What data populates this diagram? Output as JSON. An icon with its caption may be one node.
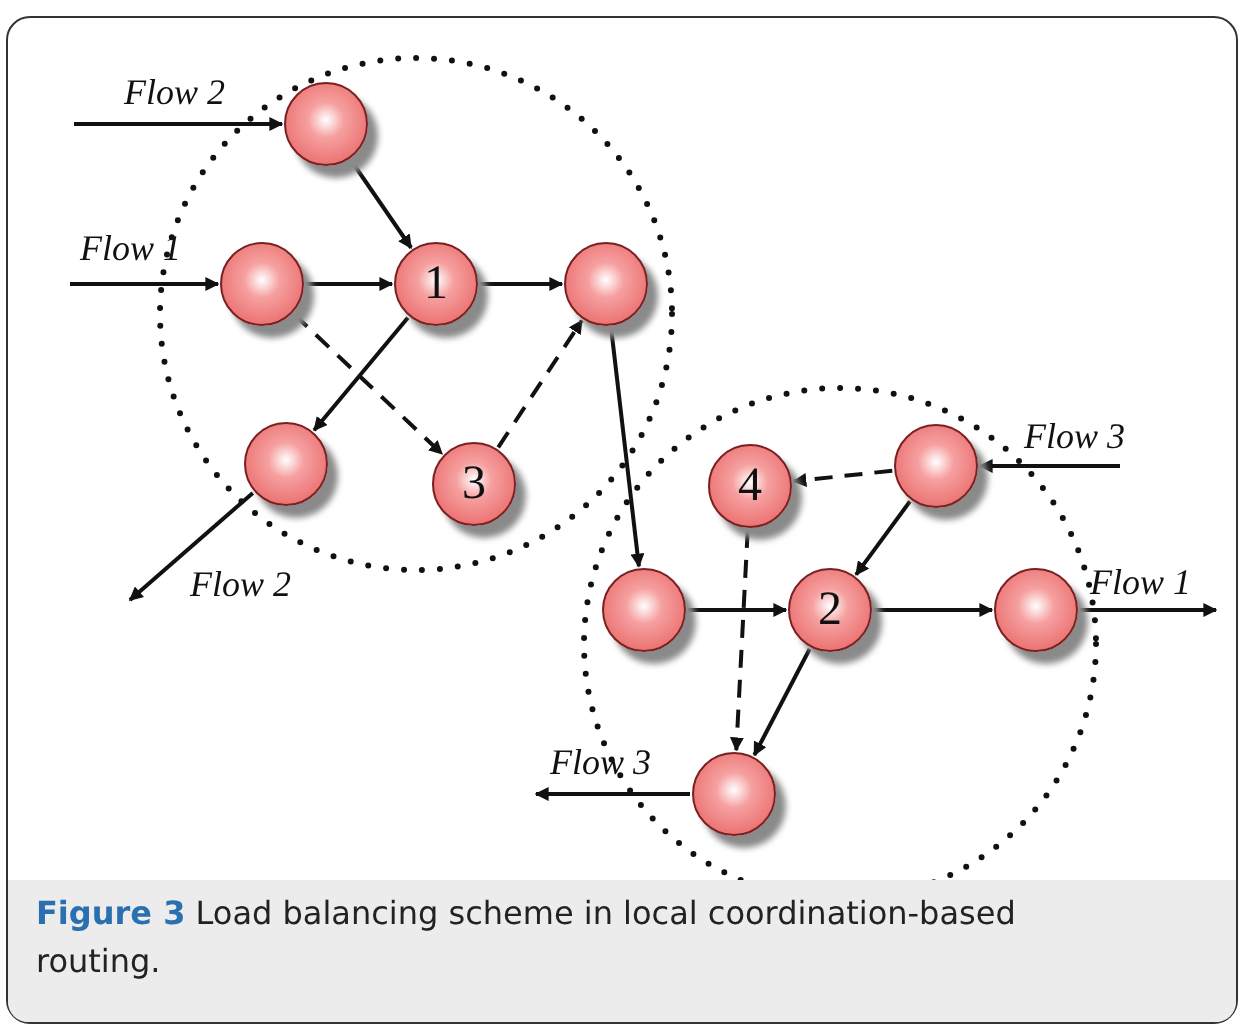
{
  "diagram": {
    "caption": "**Figure 3** Load balancing scheme in local coordination-based routing.",
    "nodes": [
      {
        "text": [],
        "shape": "circle"
      },
      {
        "text": [],
        "shape": "circle"
      },
      {
        "text": [
          "1"
        ]
      },
      {
        "text": [],
        "shape": "circle"
      },
      {
        "text": [],
        "shape": "circle"
      },
      {
        "text": [
          "3"
        ]
      },
      {
        "text": [
          "4"
        ]
      },
      {
        "text": [],
        "shape": "circle"
      },
      {
        "text": [],
        "shape": "circle"
      },
      {
        "text": [
          "2"
        ]
      },
      {
        "text": [],
        "shape": "circle"
      },
      {
        "text": [],
        "shape": "circle"
      }
    ],
    "edges": [
      {
        "from": null,
        "to": 0,
        "arrow": "to",
        "label": "Flow 2"
      },
      {
        "from": null,
        "to": 1,
        "arrow": "to",
        "label": "Flow 1"
      },
      {
        "from": 0,
        "to": 2,
        "arrow": "to"
      },
      {
        "from": 1,
        "to": 2,
        "arrow": "to"
      },
      {
        "from": 2,
        "to": 3,
        "arrow": "to"
      },
      {
        "from": 2,
        "to": 4,
        "arrow": "to"
      },
      {
        "from": 1,
        "to": 5,
        "arrow": "to",
        "style": "dashed"
      },
      {
        "from": 5,
        "to": 3,
        "arrow": "to",
        "style": "dashed"
      },
      {
        "from": 4,
        "to": null,
        "arrow": "to",
        "label": "Flow 2"
      },
      {
        "from": 3,
        "to": 8,
        "arrow": "to"
      },
      {
        "from": null,
        "to": 7,
        "arrow": "to",
        "label": "Flow 3"
      },
      {
        "from": 7,
        "to": 6,
        "arrow": "to",
        "style": "dashed"
      },
      {
        "from": 7,
        "to": 9,
        "arrow": "to"
      },
      {
        "from": 8,
        "to": 9,
        "arrow": "to"
      },
      {
        "from": 9,
        "to": 10,
        "arrow": "to"
      },
      {
        "from": 10,
        "to": null,
        "arrow": "to",
        "label": "Flow 1"
      },
      {
        "from": 9,
        "to": 11,
        "arrow": "to"
      },
      {
        "from": 6,
        "to": 11,
        "arrow": "to",
        "style": "dashed"
      },
      {
        "from": 11,
        "to": null,
        "arrow": "to",
        "label": "Flow 3"
      }
    ]
  }
}
